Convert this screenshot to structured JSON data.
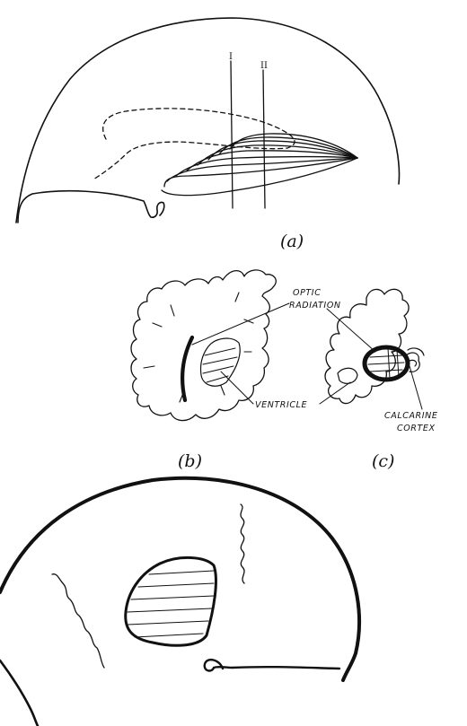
{
  "panels": {
    "a": {
      "label": "(a)",
      "sections": [
        "I",
        "II"
      ]
    },
    "b": {
      "label": "(b)"
    },
    "c": {
      "label": "(c)"
    },
    "d": {}
  },
  "callouts": {
    "optic_radiation": [
      "OPTIC",
      "RADIATION"
    ],
    "ventricle": "VENTRICLE",
    "calcarine_cortex": [
      "CALCARINE",
      "CORTEX"
    ]
  },
  "colors": {
    "ink": "#111111",
    "paper": "#ffffff"
  }
}
